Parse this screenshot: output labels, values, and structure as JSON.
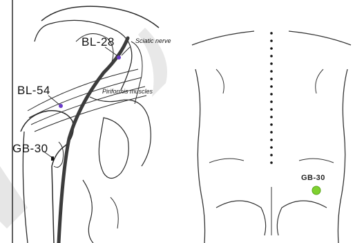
{
  "left_panel": {
    "labels": {
      "bl28": "BL-28",
      "sciatic": "Sciatic nerve",
      "bl54": "BL-54",
      "piriformis": "Piriformis muscles",
      "gb30": "GB-30"
    },
    "colors": {
      "line": "#2a2a2a",
      "nerve": "#3c3c3c",
      "point": "#6a3cc8"
    }
  },
  "right_panel": {
    "labels": {
      "gb30": "GB-30"
    },
    "colors": {
      "outline": "#333333",
      "spine_dots": "#111111",
      "acupoint": "#7fd12f"
    }
  }
}
